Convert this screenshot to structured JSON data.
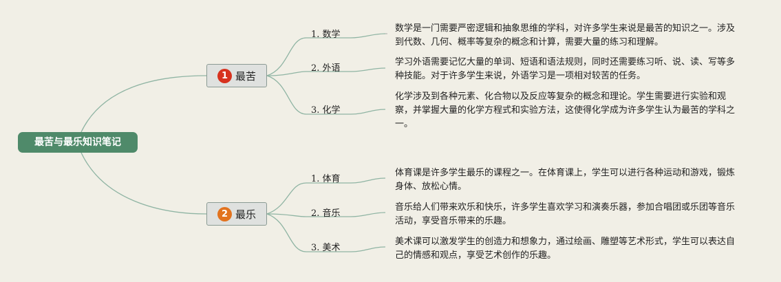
{
  "root": {
    "title": "最苦与最乐知识笔记"
  },
  "colors": {
    "background": "#f1efe6",
    "root_fill": "#4f8a6a",
    "line": "#8fb4a3",
    "badge_hardest": "#d7321e",
    "badge_happiest": "#e2731f"
  },
  "branches": [
    {
      "badge": "1",
      "label": "最苦",
      "items": [
        {
          "label": "1. 数学",
          "note": "数学是一门需要严密逻辑和抽象思维的学科，对许多学生来说是最苦的知识之一。涉及到代数、几何、概率等复杂的概念和计算，需要大量的练习和理解。"
        },
        {
          "label": "2. 外语",
          "note": "学习外语需要记忆大量的单词、短语和语法规则，同时还需要练习听、说、读、写等多种技能。对于许多学生来说，外语学习是一项相对较苦的任务。"
        },
        {
          "label": "3. 化学",
          "note": "化学涉及到各种元素、化合物以及反应等复杂的概念和理论。学生需要进行实验和观察，并掌握大量的化学方程式和实验方法，这使得化学成为许多学生认为最苦的学科之一。"
        }
      ]
    },
    {
      "badge": "2",
      "label": "最乐",
      "items": [
        {
          "label": "1. 体育",
          "note": "体育课是许多学生最乐的课程之一。在体育课上，学生可以进行各种运动和游戏，锻炼身体、放松心情。"
        },
        {
          "label": "2. 音乐",
          "note": "音乐给人们带来欢乐和快乐，许多学生喜欢学习和演奏乐器，参加合唱团或乐团等音乐活动，享受音乐带来的乐趣。"
        },
        {
          "label": "3. 美术",
          "note": "美术课可以激发学生的创造力和想象力，通过绘画、雕塑等艺术形式，学生可以表达自己的情感和观点，享受艺术创作的乐趣。"
        }
      ]
    }
  ]
}
